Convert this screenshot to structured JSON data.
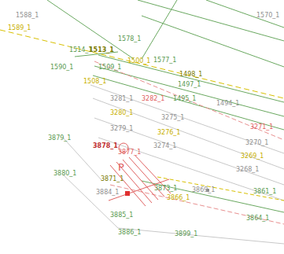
{
  "diagram": {
    "labels": [
      "1588_1",
      "1589_1",
      "1570_1",
      "1578_1",
      "1514_1",
      "1513_1",
      "1590_1",
      "1500_1",
      "1577_1",
      "1509_1",
      "1498_1",
      "1497_1",
      "1508_1",
      "3281_1",
      "3282_1",
      "1495_1",
      "1494_1",
      "3280_1",
      "3275_1",
      "3279_1",
      "3276_1",
      "3271_1",
      "3879_1",
      "3878_1",
      "3274_1",
      "3270_1",
      "3877_1",
      "3269_1",
      "3880_1",
      "3268_1",
      "3871_1",
      "3873_1",
      "3869_1",
      "3866_1",
      "3884_1",
      "3861_1",
      "3864_1",
      "3885_1",
      "3886_1",
      "3899_1",
      "P"
    ]
  }
}
